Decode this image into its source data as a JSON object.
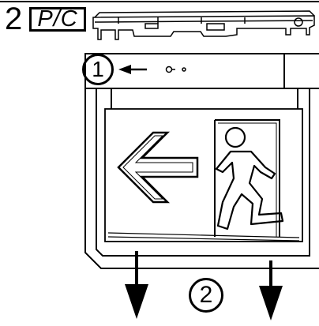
{
  "header": {
    "step_number": "2",
    "mode_label": "P/C"
  },
  "callouts": {
    "first": "1",
    "second": "2"
  },
  "icons": {
    "direction_arrow": "left-arrow-icon",
    "exit_figure": "running-man-icon",
    "pull_arrows": "down-arrow-icon"
  },
  "colors": {
    "line": "#000000",
    "background": "#ffffff"
  }
}
